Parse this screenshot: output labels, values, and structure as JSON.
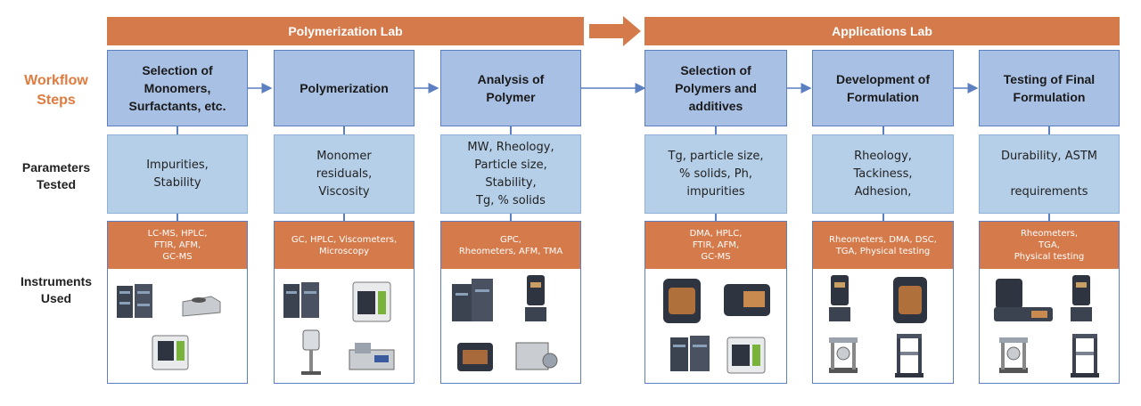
{
  "labs": {
    "polymerization": "Polymerization Lab",
    "applications": "Applications Lab"
  },
  "row_labels": {
    "workflow": "Workflow\nSteps",
    "parameters": "Parameters\nTested",
    "instruments": "Instruments\nUsed"
  },
  "columns": [
    {
      "step": "Selection of\nMonomers,\nSurfactants, etc.",
      "params": "Impurities,\nStability",
      "instruments": "LC-MS, HPLC,\nFTIR, AFM,\nGC-MS"
    },
    {
      "step": "Polymerization",
      "params": "Monomer\nresiduals,\nViscosity",
      "instruments": "GC, HPLC, Viscometers,\nMicroscopy"
    },
    {
      "step": "Analysis of\nPolymer",
      "params": "MW, Rheology,\nParticle size,\nStability,\nTg, % solids",
      "instruments": "GPC,\nRheometers, AFM, TMA"
    },
    {
      "step": "Selection of\nPolymers and\nadditives",
      "params": "Tg, particle size,\n% solids, Ph,\nimpurities",
      "instruments": "DMA, HPLC,\nFTIR, AFM,\nGC-MS"
    },
    {
      "step": "Development of\nFormulation",
      "params": "Rheology,\nTackiness,\nAdhesion,",
      "instruments": "Rheometers, DMA, DSC,\nTGA, Physical testing"
    },
    {
      "step": "Testing of Final\nFormulation",
      "params": "Durability, ASTM\n\nrequirements",
      "instruments": "Rheometers,\nTGA,\nPhysical testing"
    }
  ],
  "colors": {
    "orange": "#d57a4a",
    "step_blue": "#a8c0e4",
    "param_blue": "#b5cfe8",
    "border_blue": "#5b7fc0",
    "workflow_label": "#e07b3f"
  }
}
